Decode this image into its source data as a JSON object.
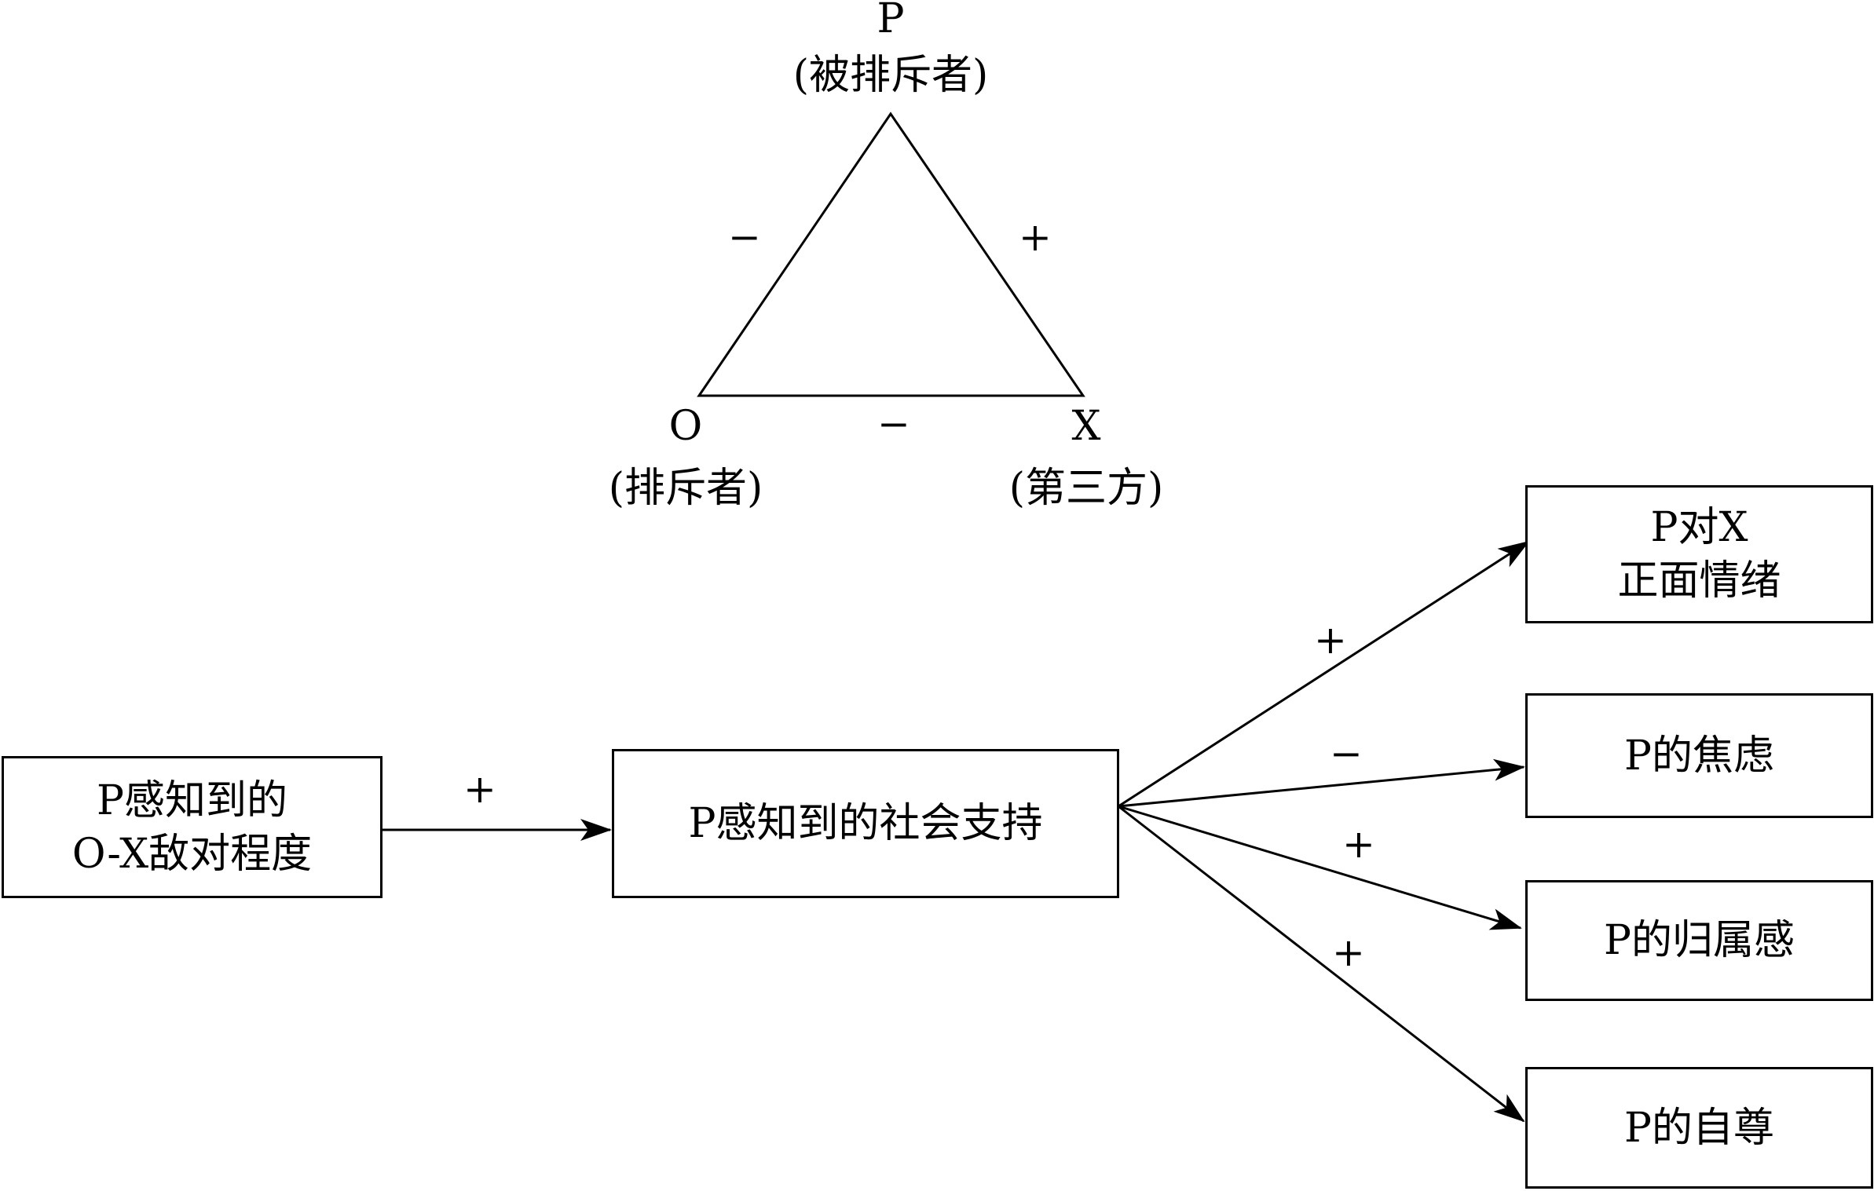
{
  "triangle": {
    "p": {
      "letter": "P",
      "role": "(被排斥者)"
    },
    "o": {
      "letter": "O",
      "role": "(排斥者)"
    },
    "x": {
      "letter": "X",
      "role": "(第三方)"
    },
    "edges": {
      "po": "−",
      "px": "+",
      "ox": "−"
    }
  },
  "flow": {
    "input": {
      "line1": "P感知到的",
      "line2": "O-X敌对程度"
    },
    "input_to_mediator_sign": "+",
    "mediator": {
      "label": "P感知到的社会支持"
    },
    "outcomes": [
      {
        "line1": "P对X",
        "line2": "正面情绪",
        "sign": "+"
      },
      {
        "line1": "P的焦虑",
        "sign": "−"
      },
      {
        "line1": "P的归属感",
        "sign": "+"
      },
      {
        "line1": "P的自尊",
        "sign": "+"
      }
    ]
  },
  "colors": {
    "stroke": "#000000",
    "background": "#ffffff"
  }
}
